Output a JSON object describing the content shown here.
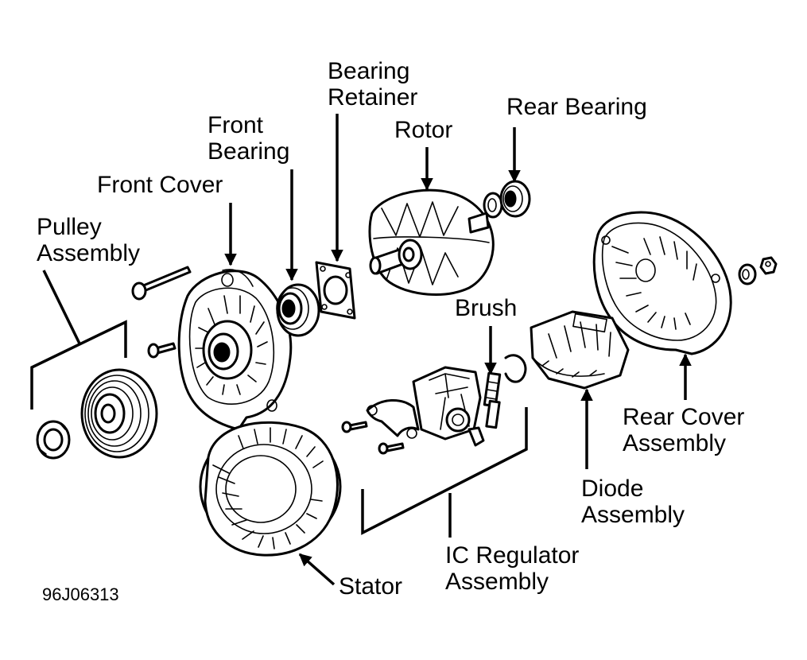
{
  "labels": {
    "pulley_assembly": "Pulley\nAssembly",
    "front_cover": "Front Cover",
    "front_bearing": "Front\nBearing",
    "bearing_retainer": "Bearing\nRetainer",
    "rotor": "Rotor",
    "rear_bearing": "Rear Bearing",
    "brush": "Brush",
    "rear_cover_assembly": "Rear Cover\nAssembly",
    "diode_assembly": "Diode\nAssembly",
    "ic_regulator_assembly": "IC Regulator\nAssembly",
    "stator": "Stator"
  },
  "figure_code": "96J06313",
  "colors": {
    "ink": "#000000",
    "paper": "#ffffff"
  }
}
